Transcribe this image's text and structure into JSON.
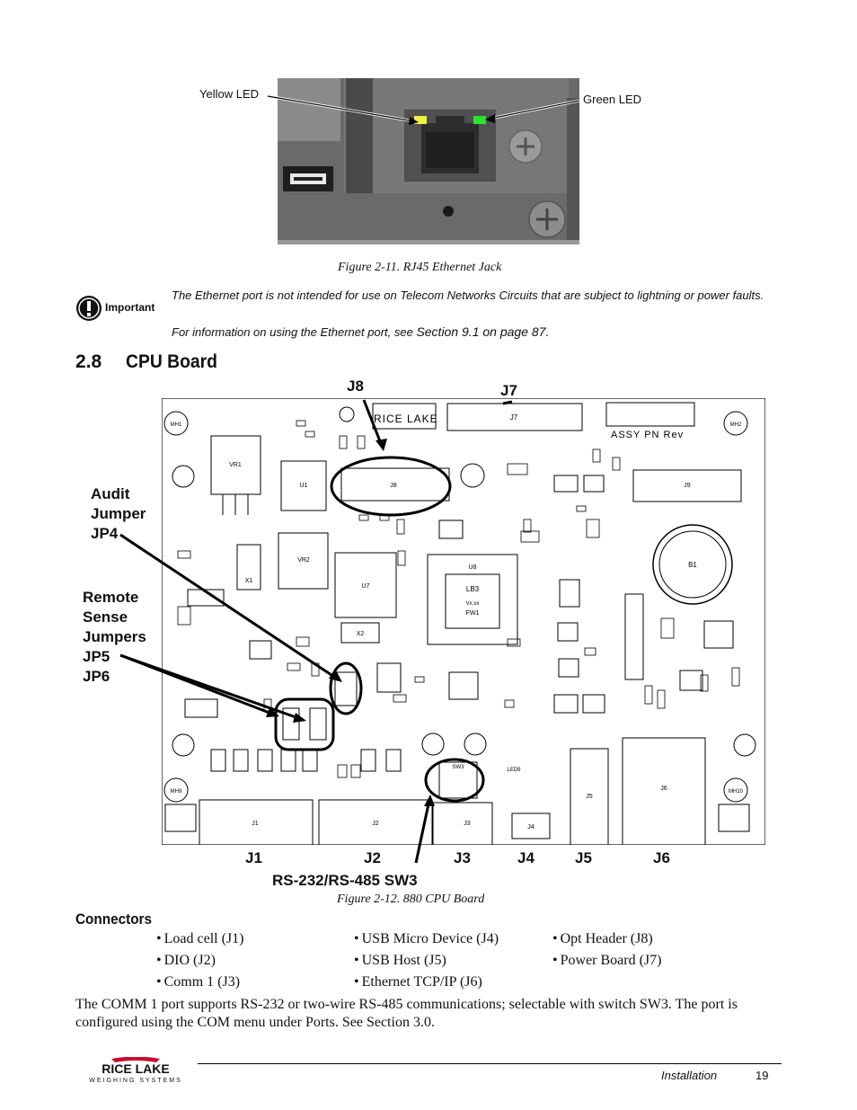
{
  "figure1": {
    "labels": {
      "yellow_led": "Yellow LED",
      "green_led": "Green LED"
    },
    "caption": "Figure 2-11. RJ45 Ethernet Jack",
    "led_colors": {
      "yellow": "#f0f040",
      "green": "#30e030"
    }
  },
  "important": {
    "label": "Important",
    "text1": "The Ethernet port is not intended for use on Telecom Networks Circuits that are subject to lightning or power faults.",
    "text2_prefix": "For information on using the Ethernet port, see ",
    "text2_link": "Section 9.1 on page 87."
  },
  "section": {
    "number": "2.8",
    "title": "CPU Board"
  },
  "figure2": {
    "caption": "Figure 2-12. 880 CPU Board",
    "top_labels": {
      "j8": "J8",
      "j7": "J7"
    },
    "side_labels": {
      "audit": [
        "Audit",
        "Jumper",
        "JP4"
      ],
      "remote": [
        "Remote",
        "Sense",
        "Jumpers",
        "JP5",
        "JP6"
      ]
    },
    "bottom_labels": [
      "J1",
      "J2",
      "J3",
      "J4",
      "J5",
      "J6"
    ],
    "sw3_label": "RS-232/RS-485 SW3",
    "silkscreen": {
      "brand": "RICE LAKE",
      "assy": "ASSY PN Rev",
      "j7": "J7",
      "j8": "J8",
      "j9": "J9",
      "j1": "J1",
      "j2": "J2",
      "j3": "J3",
      "j4": "J4",
      "j5": "J5",
      "j6": "J6",
      "u1": "U1",
      "u7": "U7",
      "u8": "U8",
      "lb3": "LB3",
      "fw": "FW1",
      "x1": "X1",
      "x2": "X2",
      "b1": "B1",
      "vr1": "VR1",
      "vr2": "VR2",
      "mh1": "MH1",
      "mh2": "MH2",
      "mh9": "MH9",
      "mh10": "MH10",
      "sw3": "SW3",
      "led9": "LED9"
    }
  },
  "connectors": {
    "heading": "Connectors",
    "col1": [
      "Load cell (J1)",
      "DIO (J2)",
      "Comm 1 (J3)"
    ],
    "col2": [
      "USB Micro Device (J4)",
      "USB Host (J5)",
      "Ethernet TCP/IP (J6)"
    ],
    "col3": [
      "Opt Header (J8)",
      "Power Board (J7)"
    ]
  },
  "paragraph": "The COMM 1 port supports RS-232 or two-wire RS-485 communications; selectable with switch SW3. The port is configured using the COM menu under Ports. See Section 3.0.",
  "footer": {
    "logo_main": "RICE LAKE",
    "logo_sub": "WEIGHING SYSTEMS",
    "section": "Installation",
    "page": "19"
  }
}
